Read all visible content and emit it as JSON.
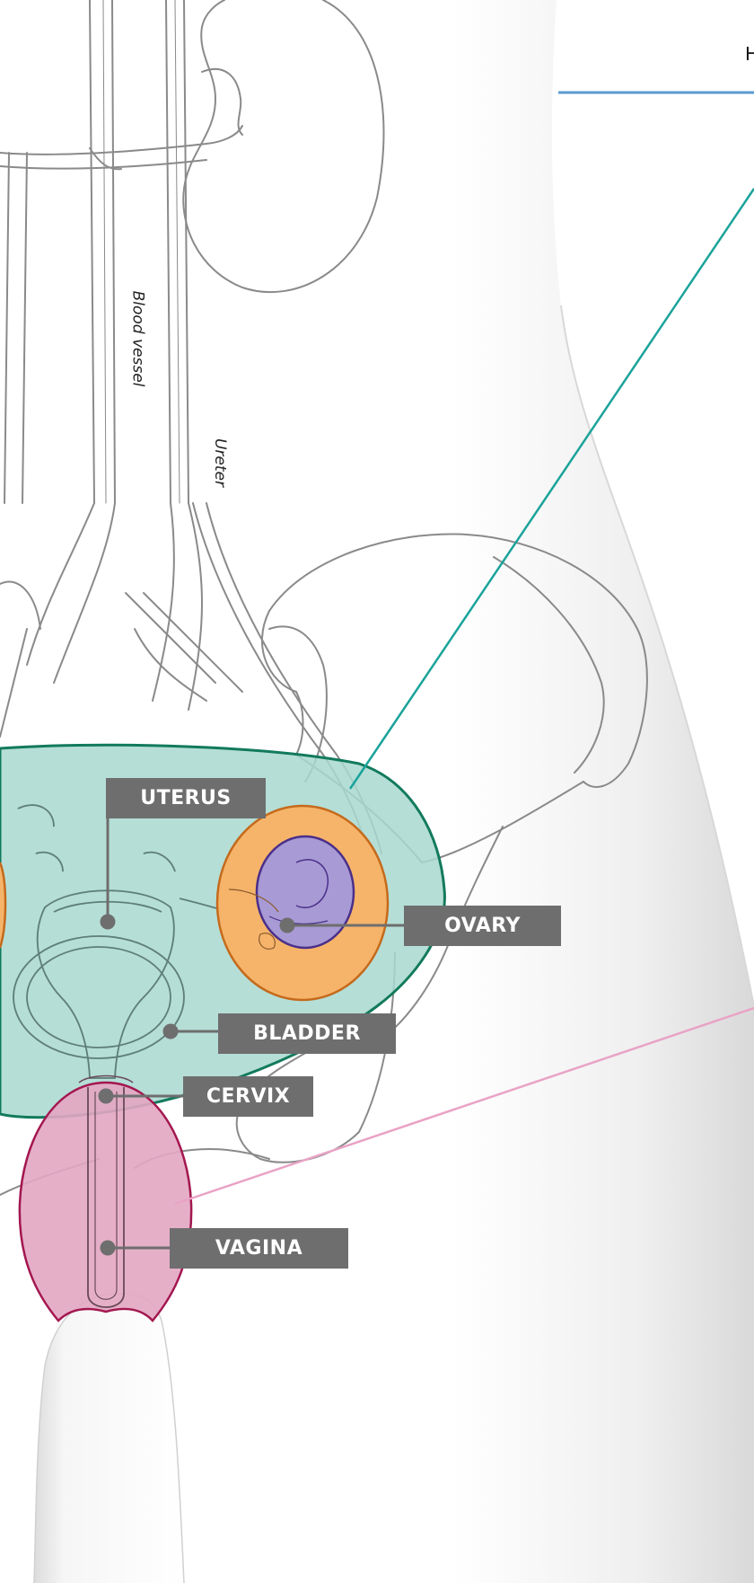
{
  "labels": {
    "uterus": "UTERUS",
    "ovary": "OVARY",
    "bladder": "BLADDER",
    "cervix": "CERVIX",
    "vagina": "VAGINA"
  },
  "annotations": {
    "blood_vessel": "Blood vessel",
    "ureter": "Ureter",
    "edge_letter": "H"
  },
  "colors": {
    "teal_region": "#a8d8cf",
    "teal_outline": "#127a5c",
    "ovary_fill": "#f5b46a",
    "ovary_outline": "#c56a1c",
    "follicle_fill": "#a89ad4",
    "follicle_outline": "#4a2f8a",
    "vagina_fill": "#e3a6c2",
    "vagina_outline": "#a3174f",
    "label_box": "#6e6e6e",
    "line_blue": "#5b9bd0",
    "line_teal": "#1aa39a",
    "line_pink": "#e9a3c5",
    "outline_gray": "#8a8a8a"
  }
}
